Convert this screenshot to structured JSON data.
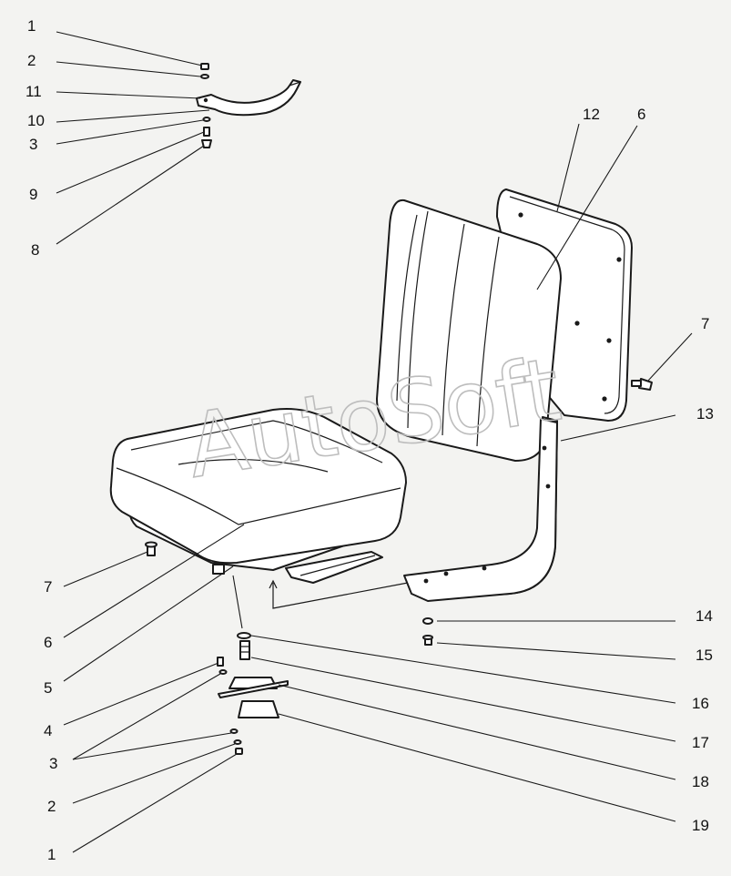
{
  "watermark": "AutoSoft",
  "callouts": {
    "c1_top": "1",
    "c2_top": "2",
    "c11": "11",
    "c10": "10",
    "c3_top": "3",
    "c9": "9",
    "c8": "8",
    "c12": "12",
    "c6_top": "6",
    "c7_right": "7",
    "c13": "13",
    "c7_left": "7",
    "c6_bottom": "6",
    "c5": "5",
    "c14": "14",
    "c15": "15",
    "c16": "16",
    "c4": "4",
    "c17": "17",
    "c3_bottom": "3",
    "c18": "18",
    "c2_bottom": "2",
    "c19": "19",
    "c1_bottom": "1"
  }
}
